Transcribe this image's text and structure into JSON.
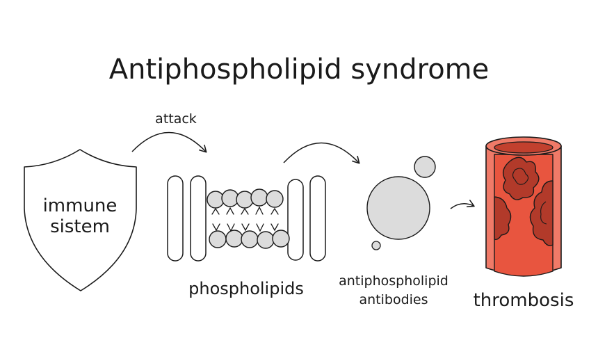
{
  "title": "Antiphospholipid syndrome",
  "labels": {
    "attack": "attack",
    "immune_line1": "immune",
    "immune_line2": "sistem",
    "phospholipids": "phospholipids",
    "antibodies_line1": "antiphospholipid",
    "antibodies_line2": "antibodies",
    "thrombosis": "thrombosis"
  },
  "colors": {
    "stroke": "#1a1a1a",
    "bead_fill": "#dcdcdc",
    "vessel_outer": "#f07a68",
    "vessel_inner": "#e8553f",
    "clot_fill": "#b23a2a"
  },
  "icons": [
    "shield-icon",
    "arrow-icon",
    "lipid-bilayer-icon",
    "antibody-icon",
    "blood-vessel-icon",
    "blood-clot-icon"
  ]
}
